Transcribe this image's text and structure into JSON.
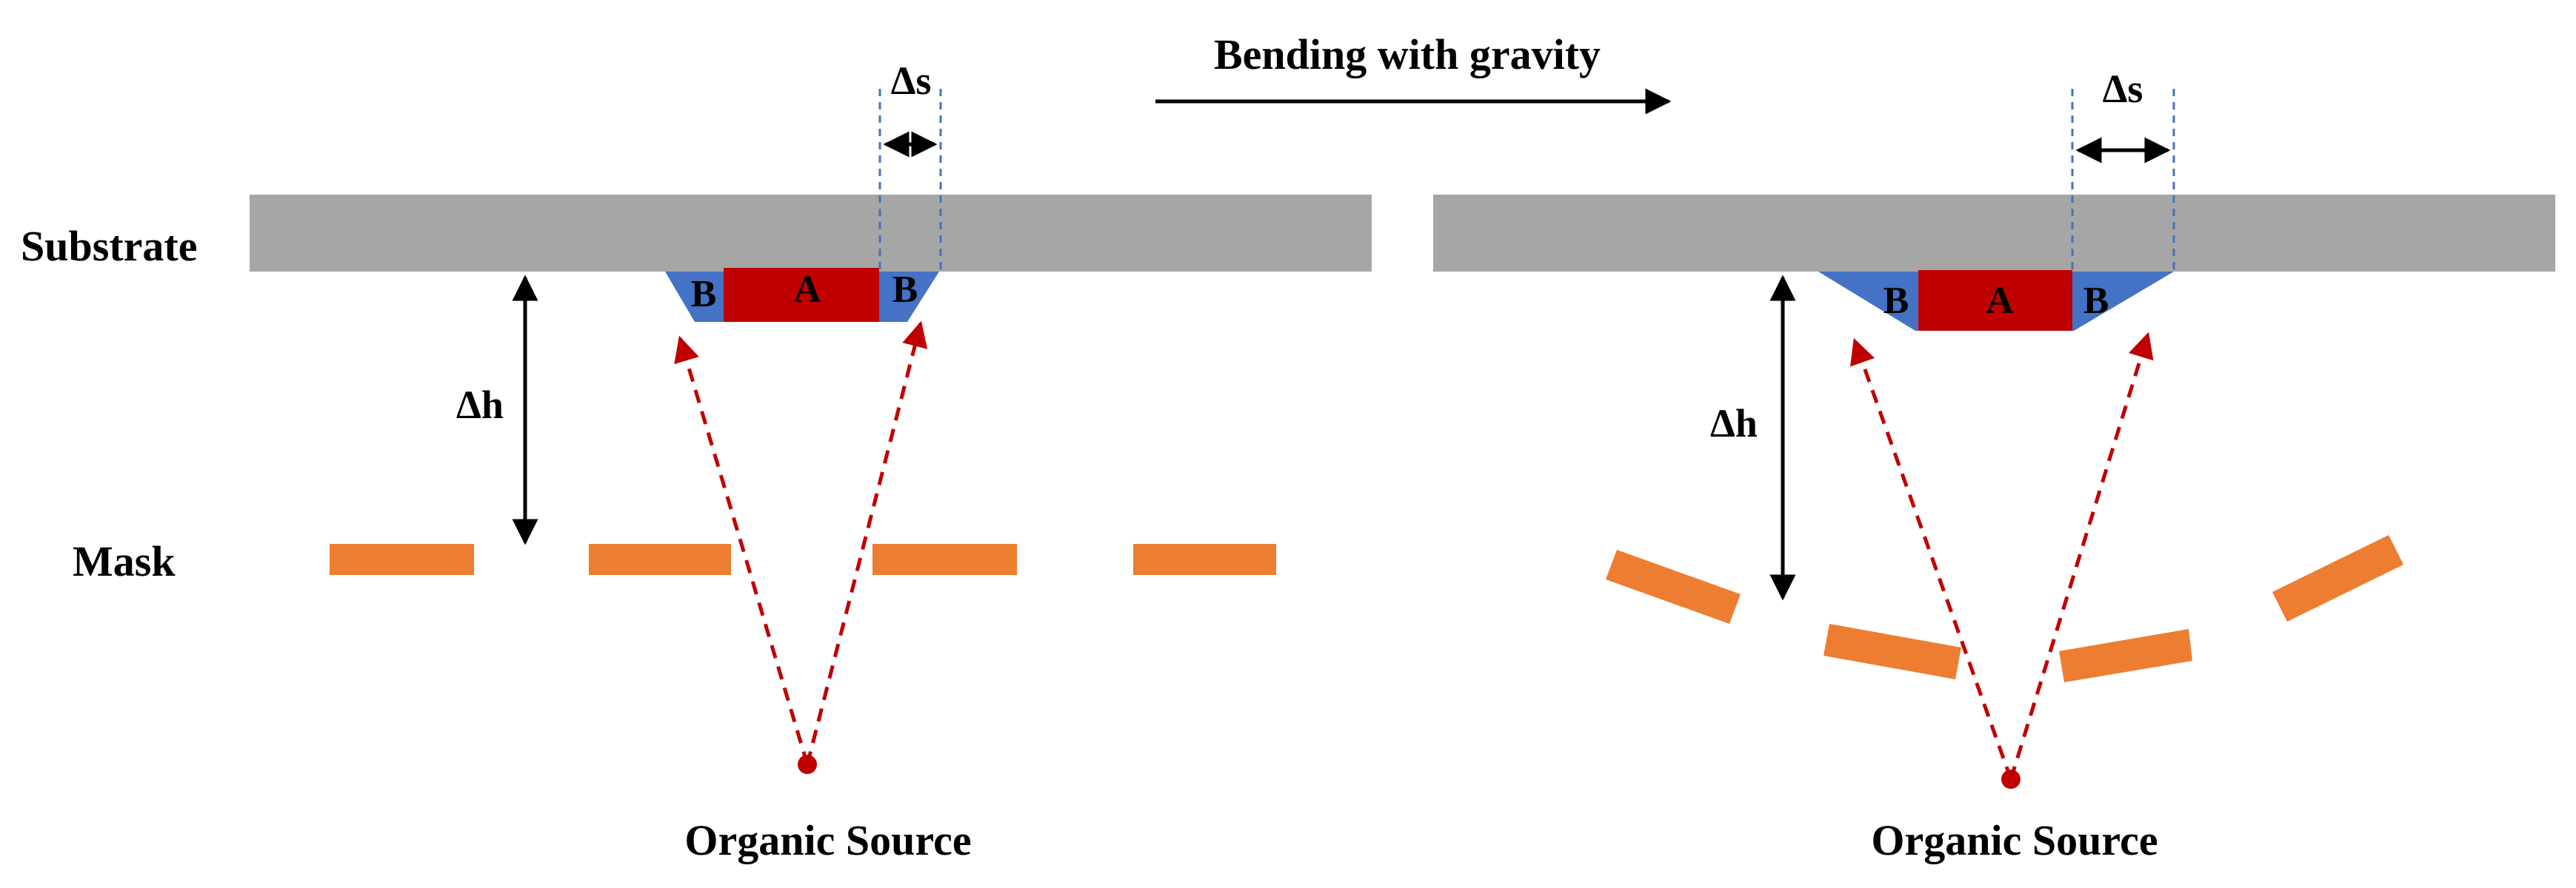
{
  "labels": {
    "substrate": "Substrate",
    "mask": "Mask",
    "delta_h_left": "Δh",
    "delta_h_right": "Δh",
    "delta_s_left": "Δs",
    "delta_s_right": "Δs",
    "source_left": "Organic Source",
    "source_right": "Organic Source",
    "transition": "Bending with gravity",
    "region_a_left": "A",
    "region_b_left_1": "B",
    "region_b_left_2": "B",
    "region_a_right": "A",
    "region_b_right_1": "B",
    "region_b_right_2": "B"
  },
  "colors": {
    "substrate": "#a6a6a6",
    "mask": "#ed7d31",
    "region_a": "#c00000",
    "region_b": "#4472c4",
    "source": "#c00000",
    "dashed_guide": "#4472c4",
    "arrow": "#000000"
  }
}
